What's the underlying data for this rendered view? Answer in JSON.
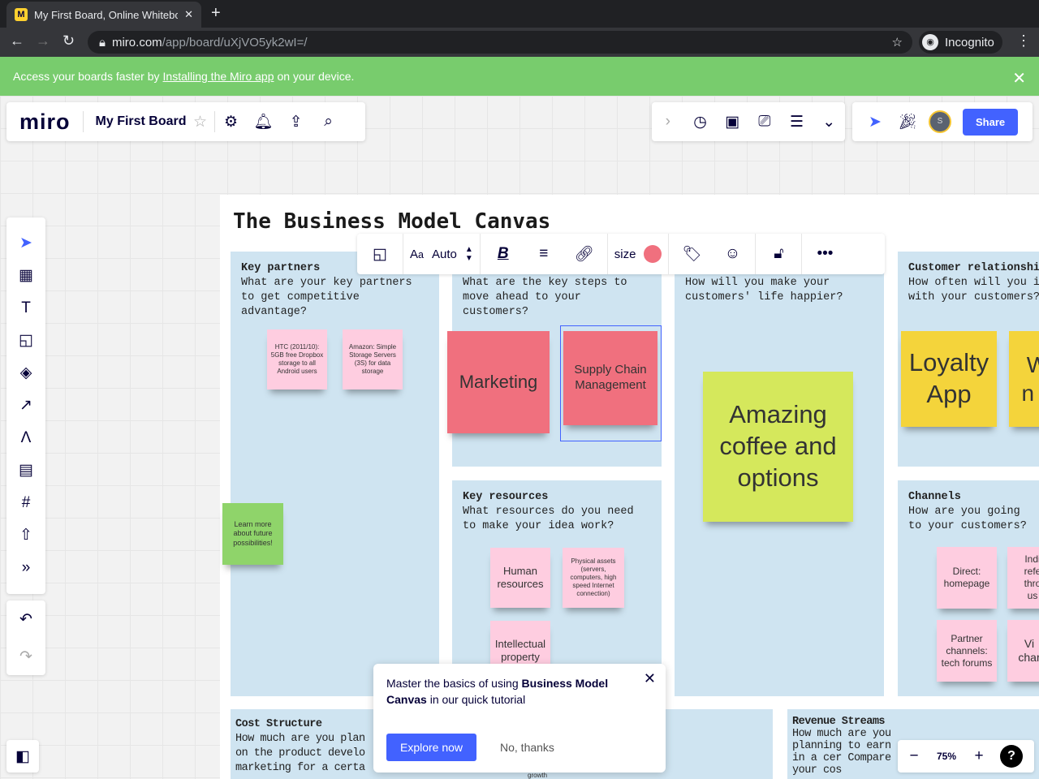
{
  "browser": {
    "tab_title": "My First Board, Online Whiteboard",
    "url_host": "miro.com",
    "url_path": "/app/board/uXjVO5yk2wI=/",
    "incognito": "Incognito"
  },
  "banner": {
    "pre": "Access your boards faster by",
    "link": "Installing the Miro app",
    "post": "on your device."
  },
  "topbar": {
    "logo": "miro",
    "board_name": "My First Board",
    "share": "Share",
    "avatar": "S",
    "zoom": "75%"
  },
  "context_toolbar": {
    "font_size": "Auto",
    "size": "size",
    "color": "#f0707e"
  },
  "board": {
    "title": "The Business Model Canvas",
    "sections": {
      "key_partners": {
        "title": "Key partners",
        "desc": "What are your key partners to get competitive advantage?"
      },
      "key_activities": {
        "desc": "What are the key steps to move ahead to your customers?"
      },
      "value": {
        "desc": "How will you make your customers' life happier?"
      },
      "customer_rel": {
        "title": "Customer relationshi",
        "desc": "How often will you i with your customers?"
      },
      "key_resources": {
        "title": "Key resources",
        "desc": "What resources do you need to make your idea work?"
      },
      "channels": {
        "title": "Channels",
        "desc": "How are you going to your customers?"
      },
      "cost": {
        "title": "Cost Structure",
        "desc": "How much are you plan on the product develo marketing for a certa"
      },
      "revenue": {
        "title": "Revenue Streams",
        "desc": "How much are you planning to earn in a cer Compare your cos"
      }
    },
    "stickies": {
      "htc": "HTC (2011/10): 5GB free Dropbox storage to all Android users",
      "amazon": "Amazon: Simple Storage Servers (3S) for data storage",
      "future": "Learn more about future possibilities!",
      "marketing": "Marketing",
      "supply": "Supply Chain Management",
      "coffee": "Amazing coffee and options",
      "loyalty": "Loyalty App",
      "partial_w": "W n o",
      "human": "Human resources",
      "physical": "Physical assets (servers, computers, high speed Internet connection)",
      "ip": "Intellectual property",
      "direct": "Direct: homepage",
      "indirect": "Indi refe thro us",
      "partner": "Partner channels: tech forums",
      "vi": "Vi char",
      "growth": "growth"
    }
  },
  "toast": {
    "pre": "Master the basics of using",
    "bold": "Business Model Canvas",
    "post": "in our quick tutorial",
    "explore": "Explore now",
    "no": "No, thanks"
  }
}
